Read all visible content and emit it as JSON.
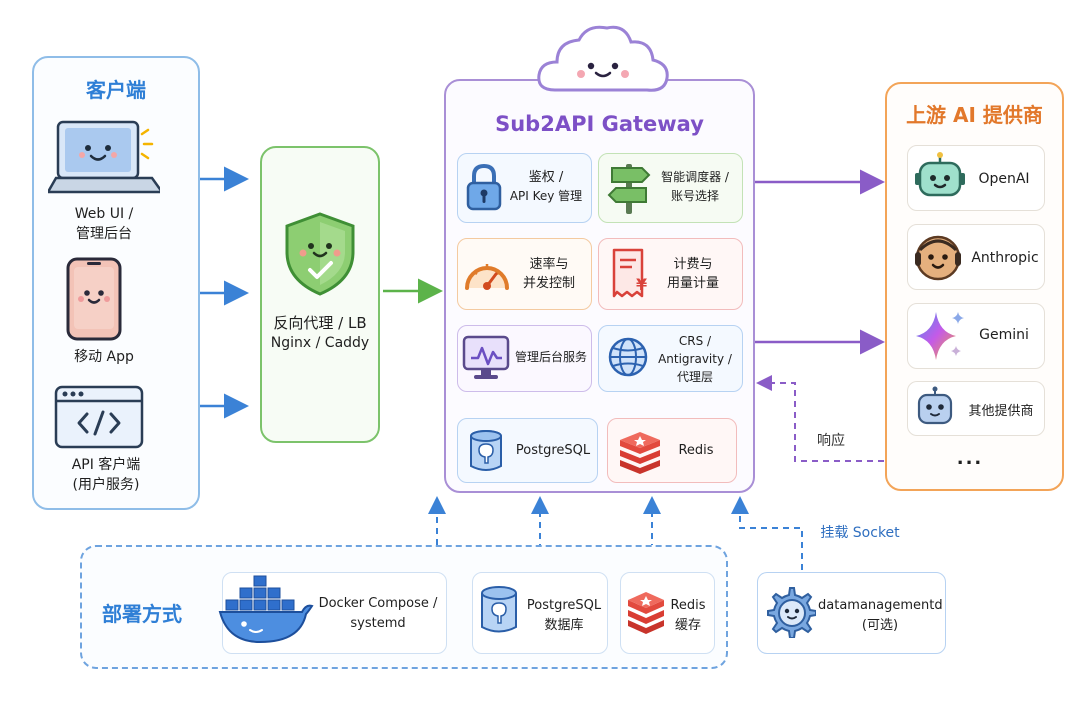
{
  "clients": {
    "title": "客户端",
    "web_line1": "Web UI /",
    "web_line2": "管理后台",
    "mobile": "移动 App",
    "api_line1": "API 客户端",
    "api_line2": "(用户服务)"
  },
  "proxy": {
    "line1": "反向代理 / LB",
    "line2": "Nginx / Caddy"
  },
  "gateway": {
    "title": "Sub2API Gateway",
    "auth_line1": "鉴权 /",
    "auth_line2": "API Key 管理",
    "scheduler_line1": "智能调度器 /",
    "scheduler_line2": "账号选择",
    "rate_line1": "速率与",
    "rate_line2": "并发控制",
    "billing_line1": "计费与",
    "billing_line2": "用量计量",
    "admin": "管理后台服务",
    "crs_line1": "CRS /",
    "crs_line2": "Antigravity /",
    "crs_line3": "代理层",
    "postgres": "PostgreSQL",
    "redis": "Redis"
  },
  "providers": {
    "title": "上游 AI 提供商",
    "openai": "OpenAI",
    "anthropic": "Anthropic",
    "gemini": "Gemini",
    "other": "其他提供商",
    "more": "..."
  },
  "edges": {
    "response": "响应",
    "mount_socket": "挂载 Socket"
  },
  "deploy": {
    "title": "部署方式",
    "docker_line1": "Docker Compose /",
    "docker_line2": "systemd",
    "pg_line1": "PostgreSQL",
    "pg_line2": "数据库",
    "redis_line1": "Redis",
    "redis_line2": "缓存"
  },
  "datamgmt": {
    "line1": "datamanagementd",
    "line2": "(可选)"
  },
  "colors": {
    "client_blue": "#2f7fd6",
    "proxy_green": "#5cb34a",
    "gateway_purple": "#7d50c6",
    "provider_orange": "#e2782b"
  }
}
